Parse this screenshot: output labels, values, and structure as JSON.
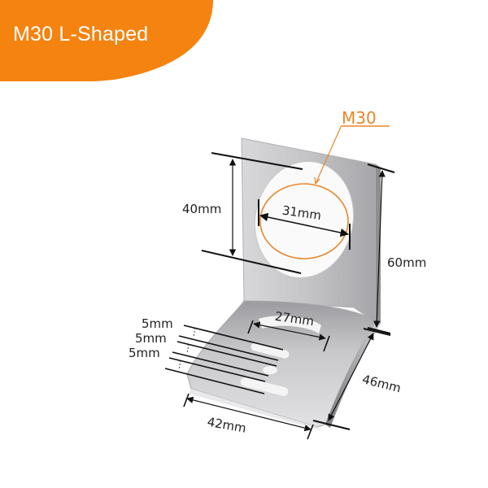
{
  "banner": {
    "title": "M30 L-Shaped",
    "color": "#f5830f"
  },
  "diagram": {
    "callout": {
      "label": "M30",
      "color": "#e8862a"
    },
    "dimensions": {
      "hole_diameter": "31mm",
      "hole_span": "40mm",
      "height": "60mm",
      "slot_length": "27mm",
      "slot_gap_1": "5mm",
      "slot_gap_2": "5mm",
      "slot_gap_3": "5mm",
      "base_width": "42mm",
      "base_depth": "46mm"
    }
  }
}
